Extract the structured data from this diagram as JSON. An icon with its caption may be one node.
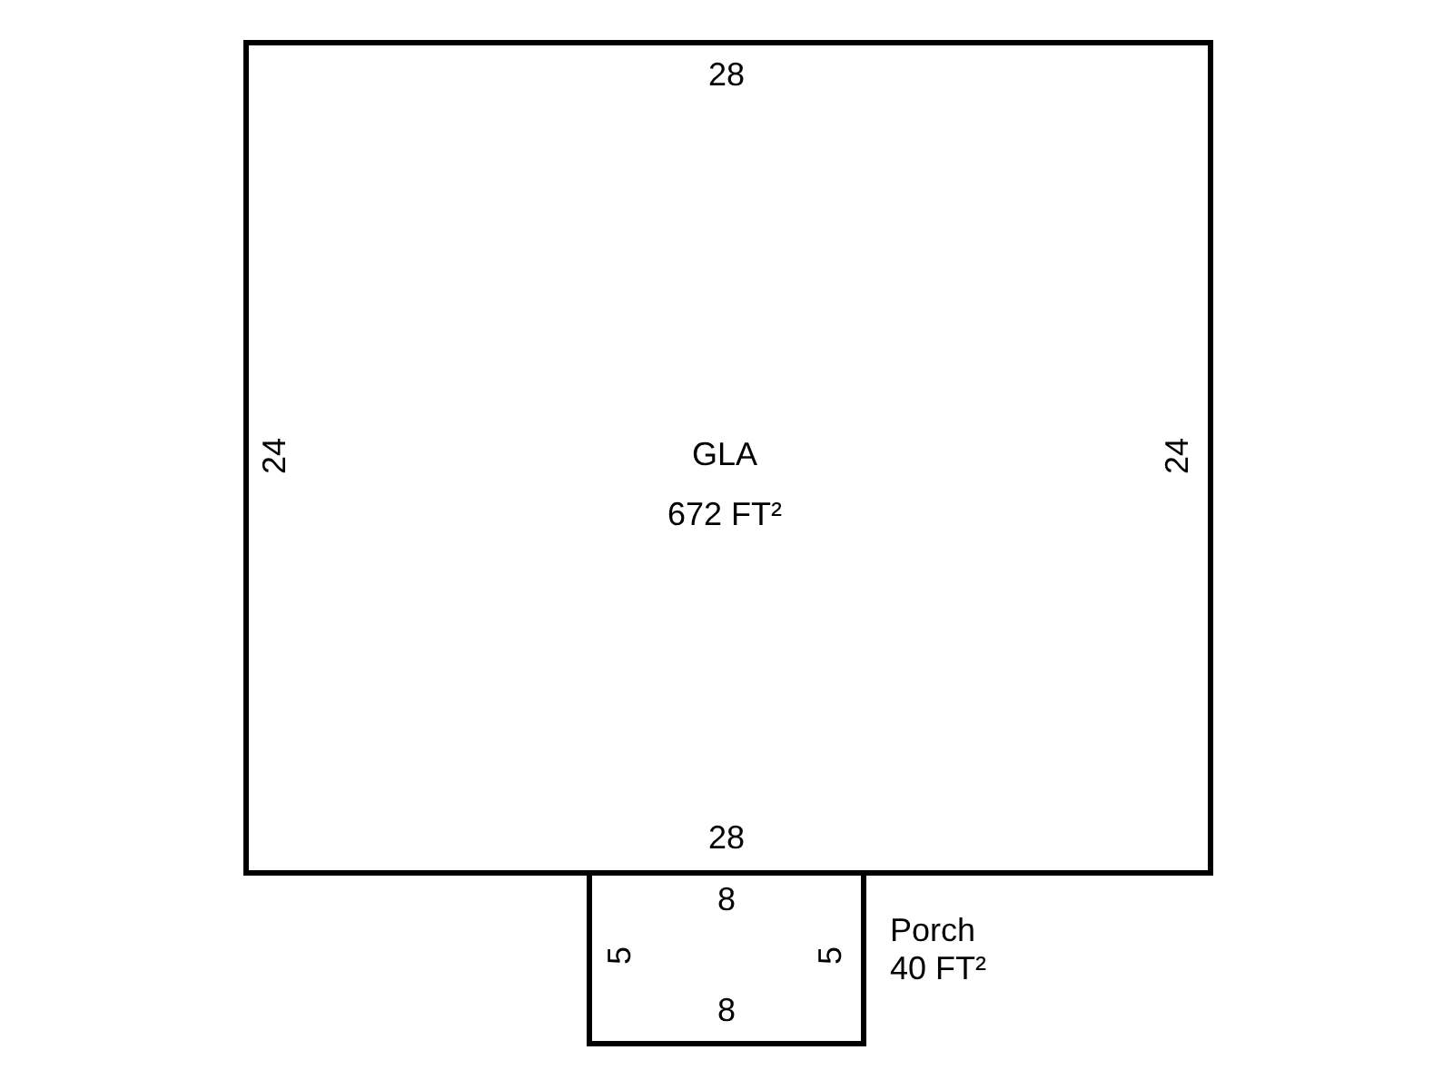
{
  "diagram": {
    "nodes": [
      {
        "text": [
          "GLA",
          "672 FT²"
        ]
      },
      {
        "text": [
          "Porch",
          "40 FT²"
        ]
      }
    ],
    "labels": [
      "28",
      "24",
      "24",
      "28",
      "8",
      "5",
      "5",
      "8"
    ]
  }
}
